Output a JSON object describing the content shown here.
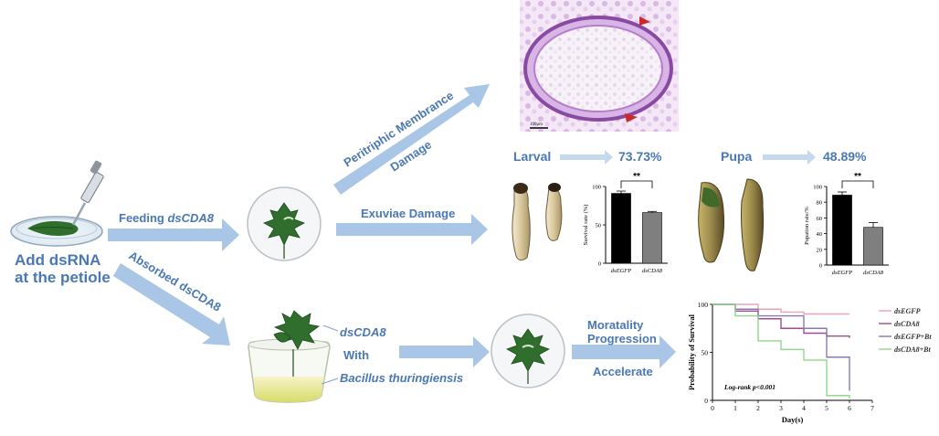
{
  "left": {
    "line1": "Add dsRNA",
    "line2": "at the petiole"
  },
  "arrows": {
    "feeding_prefix": "Feeding ",
    "feeding_gene": "dsCDA8",
    "absorbed": "Absorbed dsCDA8",
    "peritrophic_1": "Peritriphic Membrance",
    "peritrophic_2": "Damage",
    "exuviae": "Exuviae Damage",
    "ds_with_1": "dsCDA8",
    "ds_with_2": "With",
    "ds_with_3": "Bacillus thuringiensis",
    "mortality_1": "Moratality",
    "mortality_2": "Progression",
    "mortality_3": "Accelerate"
  },
  "micrograph": {
    "scale_label": "100μm"
  },
  "headers": {
    "larval": "Larval",
    "larval_pct": "73.73%",
    "pupa": "Pupa",
    "pupa_pct": "48.89%"
  },
  "colors": {
    "arrow": "#a9c6e6",
    "text": "#4a78b5",
    "leaf": "#2f6e2c",
    "tissue": "#c8a6d8"
  },
  "chart_data": [
    {
      "type": "bar",
      "categories": [
        "dsEGFP",
        "dsCDA8"
      ],
      "values": [
        91,
        66
      ],
      "errors": [
        3,
        1.5
      ],
      "ylabel": "Survival rate (%)",
      "ylim": [
        0,
        100
      ],
      "yticks": [
        0,
        50,
        100
      ],
      "significance": "**",
      "colors": [
        "#000000",
        "#7f7f7f"
      ]
    },
    {
      "type": "bar",
      "categories": [
        "dsEGFP",
        "dsCDA8"
      ],
      "values": [
        89,
        48
      ],
      "errors": [
        4,
        6
      ],
      "ylabel": "Pupation rate/%",
      "ylim": [
        0,
        100
      ],
      "yticks": [
        0,
        20,
        40,
        60,
        80,
        100
      ],
      "significance": "**",
      "colors": [
        "#000000",
        "#7f7f7f"
      ]
    },
    {
      "type": "line",
      "step": true,
      "xlabel": "Day(s)",
      "ylabel": "Probability of Survival",
      "xlim": [
        0,
        7
      ],
      "ylim": [
        0,
        100
      ],
      "xticks": [
        0,
        1,
        2,
        3,
        4,
        5,
        6,
        7
      ],
      "yticks": [
        0,
        50,
        100
      ],
      "annotation": "Log-rank p<0.001",
      "series": [
        {
          "name": "dsEGFP",
          "color": "#e8a6b4",
          "points": [
            [
              0,
              100
            ],
            [
              1,
              100
            ],
            [
              2,
              95
            ],
            [
              3,
              92
            ],
            [
              4,
              90
            ],
            [
              5,
              90
            ],
            [
              6,
              90
            ]
          ]
        },
        {
          "name": "dsCDA8",
          "color": "#9c4d8c",
          "points": [
            [
              0,
              100
            ],
            [
              1,
              93
            ],
            [
              2,
              85
            ],
            [
              3,
              75
            ],
            [
              4,
              70
            ],
            [
              5,
              67
            ],
            [
              6,
              65
            ]
          ]
        },
        {
          "name": "dsEGFP+Bt",
          "color": "#8a78b5",
          "points": [
            [
              0,
              100
            ],
            [
              1,
              95
            ],
            [
              2,
              88
            ],
            [
              3,
              88
            ],
            [
              4,
              75
            ],
            [
              5,
              45
            ],
            [
              6,
              20
            ],
            [
              6,
              10
            ]
          ]
        },
        {
          "name": "dsCDA8+Bt",
          "color": "#8fd88a",
          "points": [
            [
              0,
              100
            ],
            [
              1,
              88
            ],
            [
              2,
              62
            ],
            [
              3,
              53
            ],
            [
              4,
              42
            ],
            [
              5,
              5
            ],
            [
              6,
              2
            ]
          ]
        }
      ]
    }
  ]
}
